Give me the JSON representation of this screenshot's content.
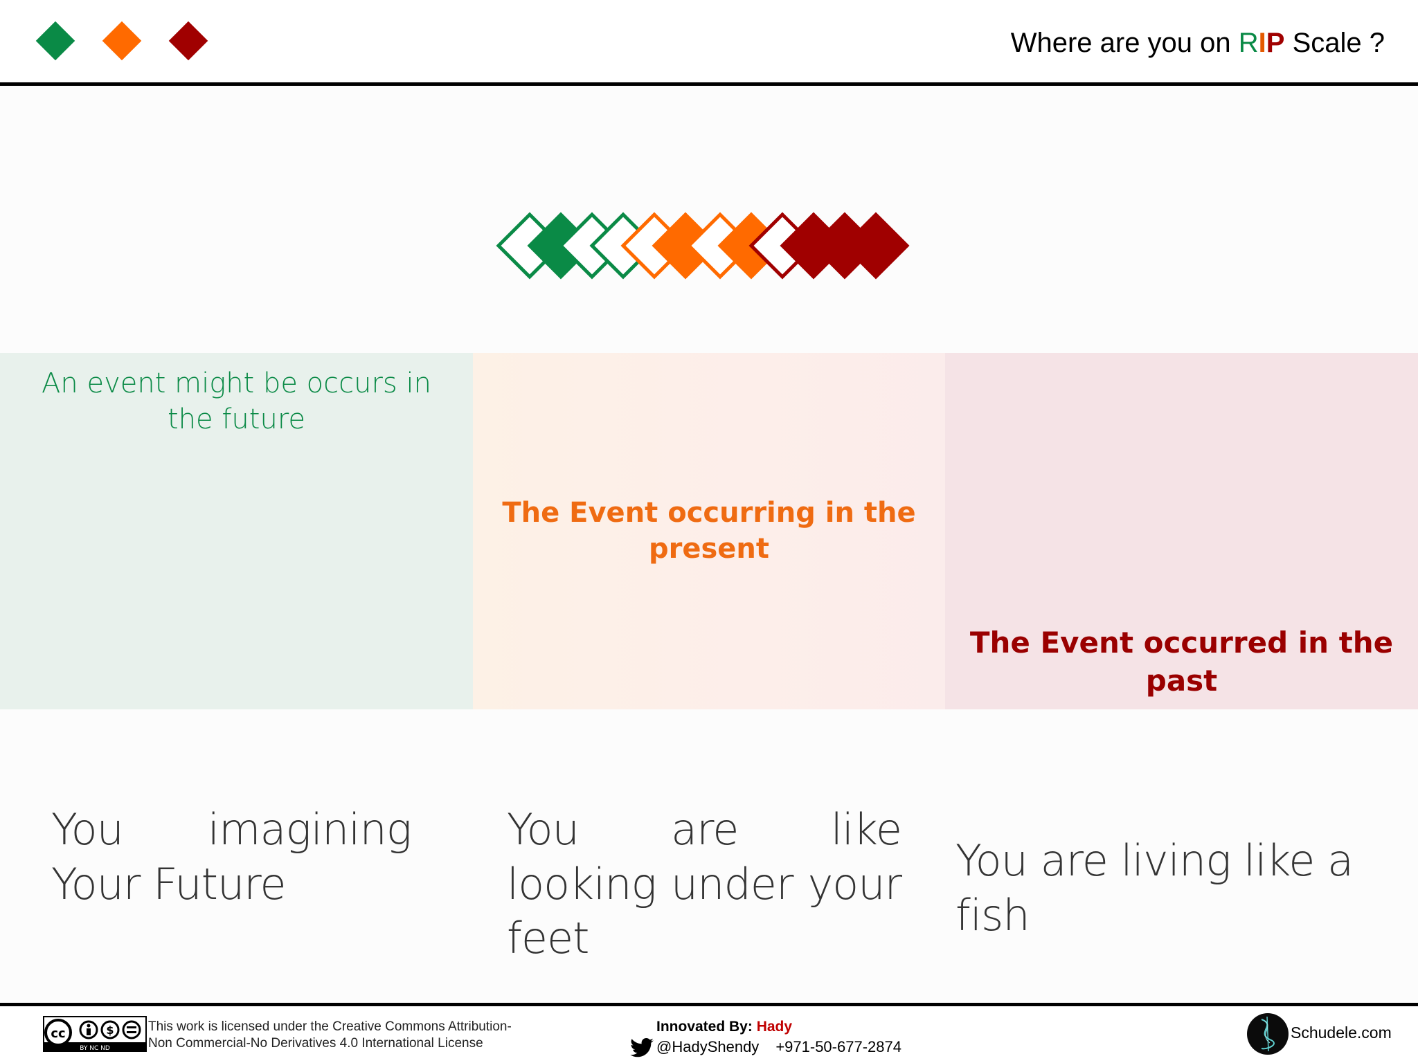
{
  "header": {
    "title_prefix": "Where are you on ",
    "title_r": "R",
    "title_i": "I",
    "title_p": "P",
    "title_suffix": " Scale ?",
    "diamond_colors": [
      "#0a8a46",
      "#ff6a00",
      "#a00000"
    ]
  },
  "colors": {
    "green": "#0a8a46",
    "orange": "#ff6a00",
    "red": "#a00000"
  },
  "panels": {
    "future": "An event might be occurs in the future",
    "present": "The Event occurring in the present",
    "past": "The Event occurred in the past"
  },
  "descriptions": {
    "future": "You imagining Your Future",
    "present": "You are like looking under your feet",
    "past": "You are living like a fish"
  },
  "footer": {
    "license_line1": "This work is licensed under the Creative Commons Attribution-",
    "license_line2": "Non Commercial-No Derivatives 4.0 International License",
    "innovated_label": "Innovated By: ",
    "innovator": "Hady",
    "twitter": "@HadyShendy",
    "phone": "+971-50-677-2874",
    "brand": "Schudele.com",
    "cc_text": "cc",
    "cc_terms": "BY  NC  ND"
  }
}
